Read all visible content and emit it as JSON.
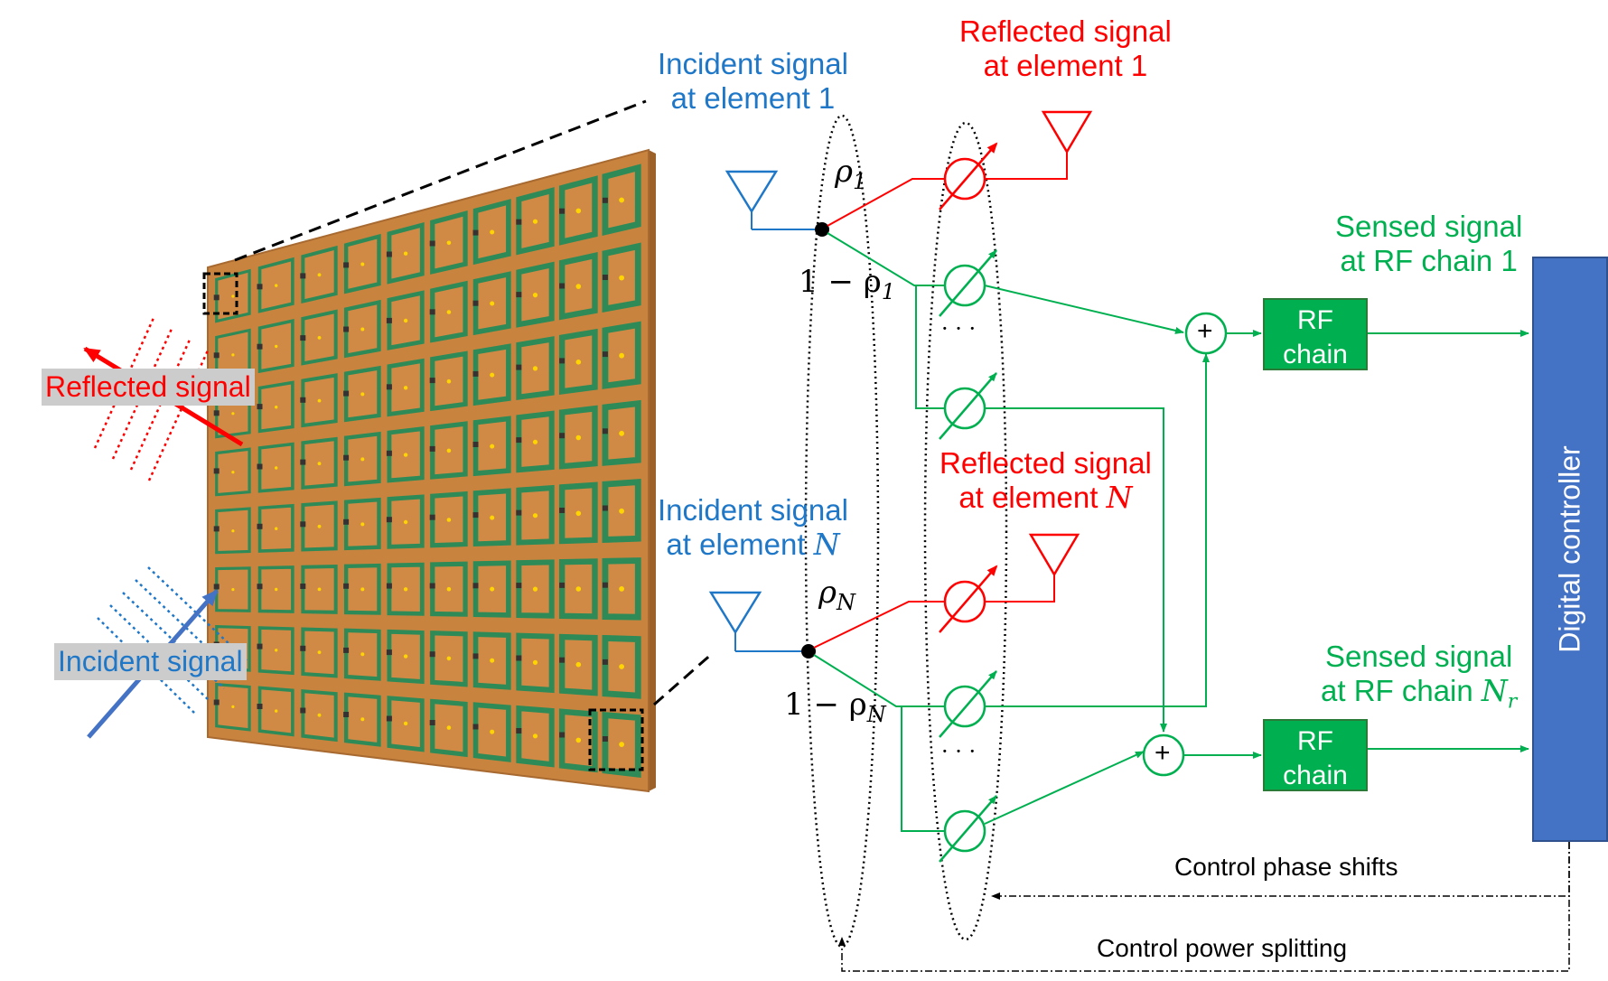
{
  "surface": {
    "rows": 8,
    "cols": 10,
    "board_color": "#c8843f",
    "element_color": "#2e8b57",
    "reflected_label": "Reflected signal",
    "incident_label": "Incident signal"
  },
  "labels": {
    "incident_1": [
      "Incident signal",
      "at element 1"
    ],
    "reflected_1": [
      "Reflected signal",
      "at element 1"
    ],
    "incident_N": "Incident signal",
    "incident_N_prefix": "at element",
    "reflected_N": "Reflected signal",
    "reflected_N_prefix": "at element",
    "sensed_1": [
      "Sensed signal",
      "at RF chain 1"
    ],
    "sensed_N": "Sensed signal",
    "sensed_N_prefix": "at RF chain",
    "element_N": "N",
    "chain_Nr": "N",
    "chain_Nr_sub": "r"
  },
  "math": {
    "rho": "ρ",
    "sub_1": "1",
    "sub_N": "N",
    "one_minus": "1 − ρ",
    "dots": "· · ·"
  },
  "blocks": {
    "rf_chain": [
      "RF",
      "chain"
    ],
    "adder": "+",
    "controller": "Digital controller"
  },
  "control": {
    "phase": "Control phase shifts",
    "power": "Control power splitting"
  },
  "colors": {
    "incident": "#1f77c8",
    "reflected": "#ff0000",
    "sensed": "#00b050",
    "controller": "#4472c4",
    "rf_chain": "#00b050"
  }
}
